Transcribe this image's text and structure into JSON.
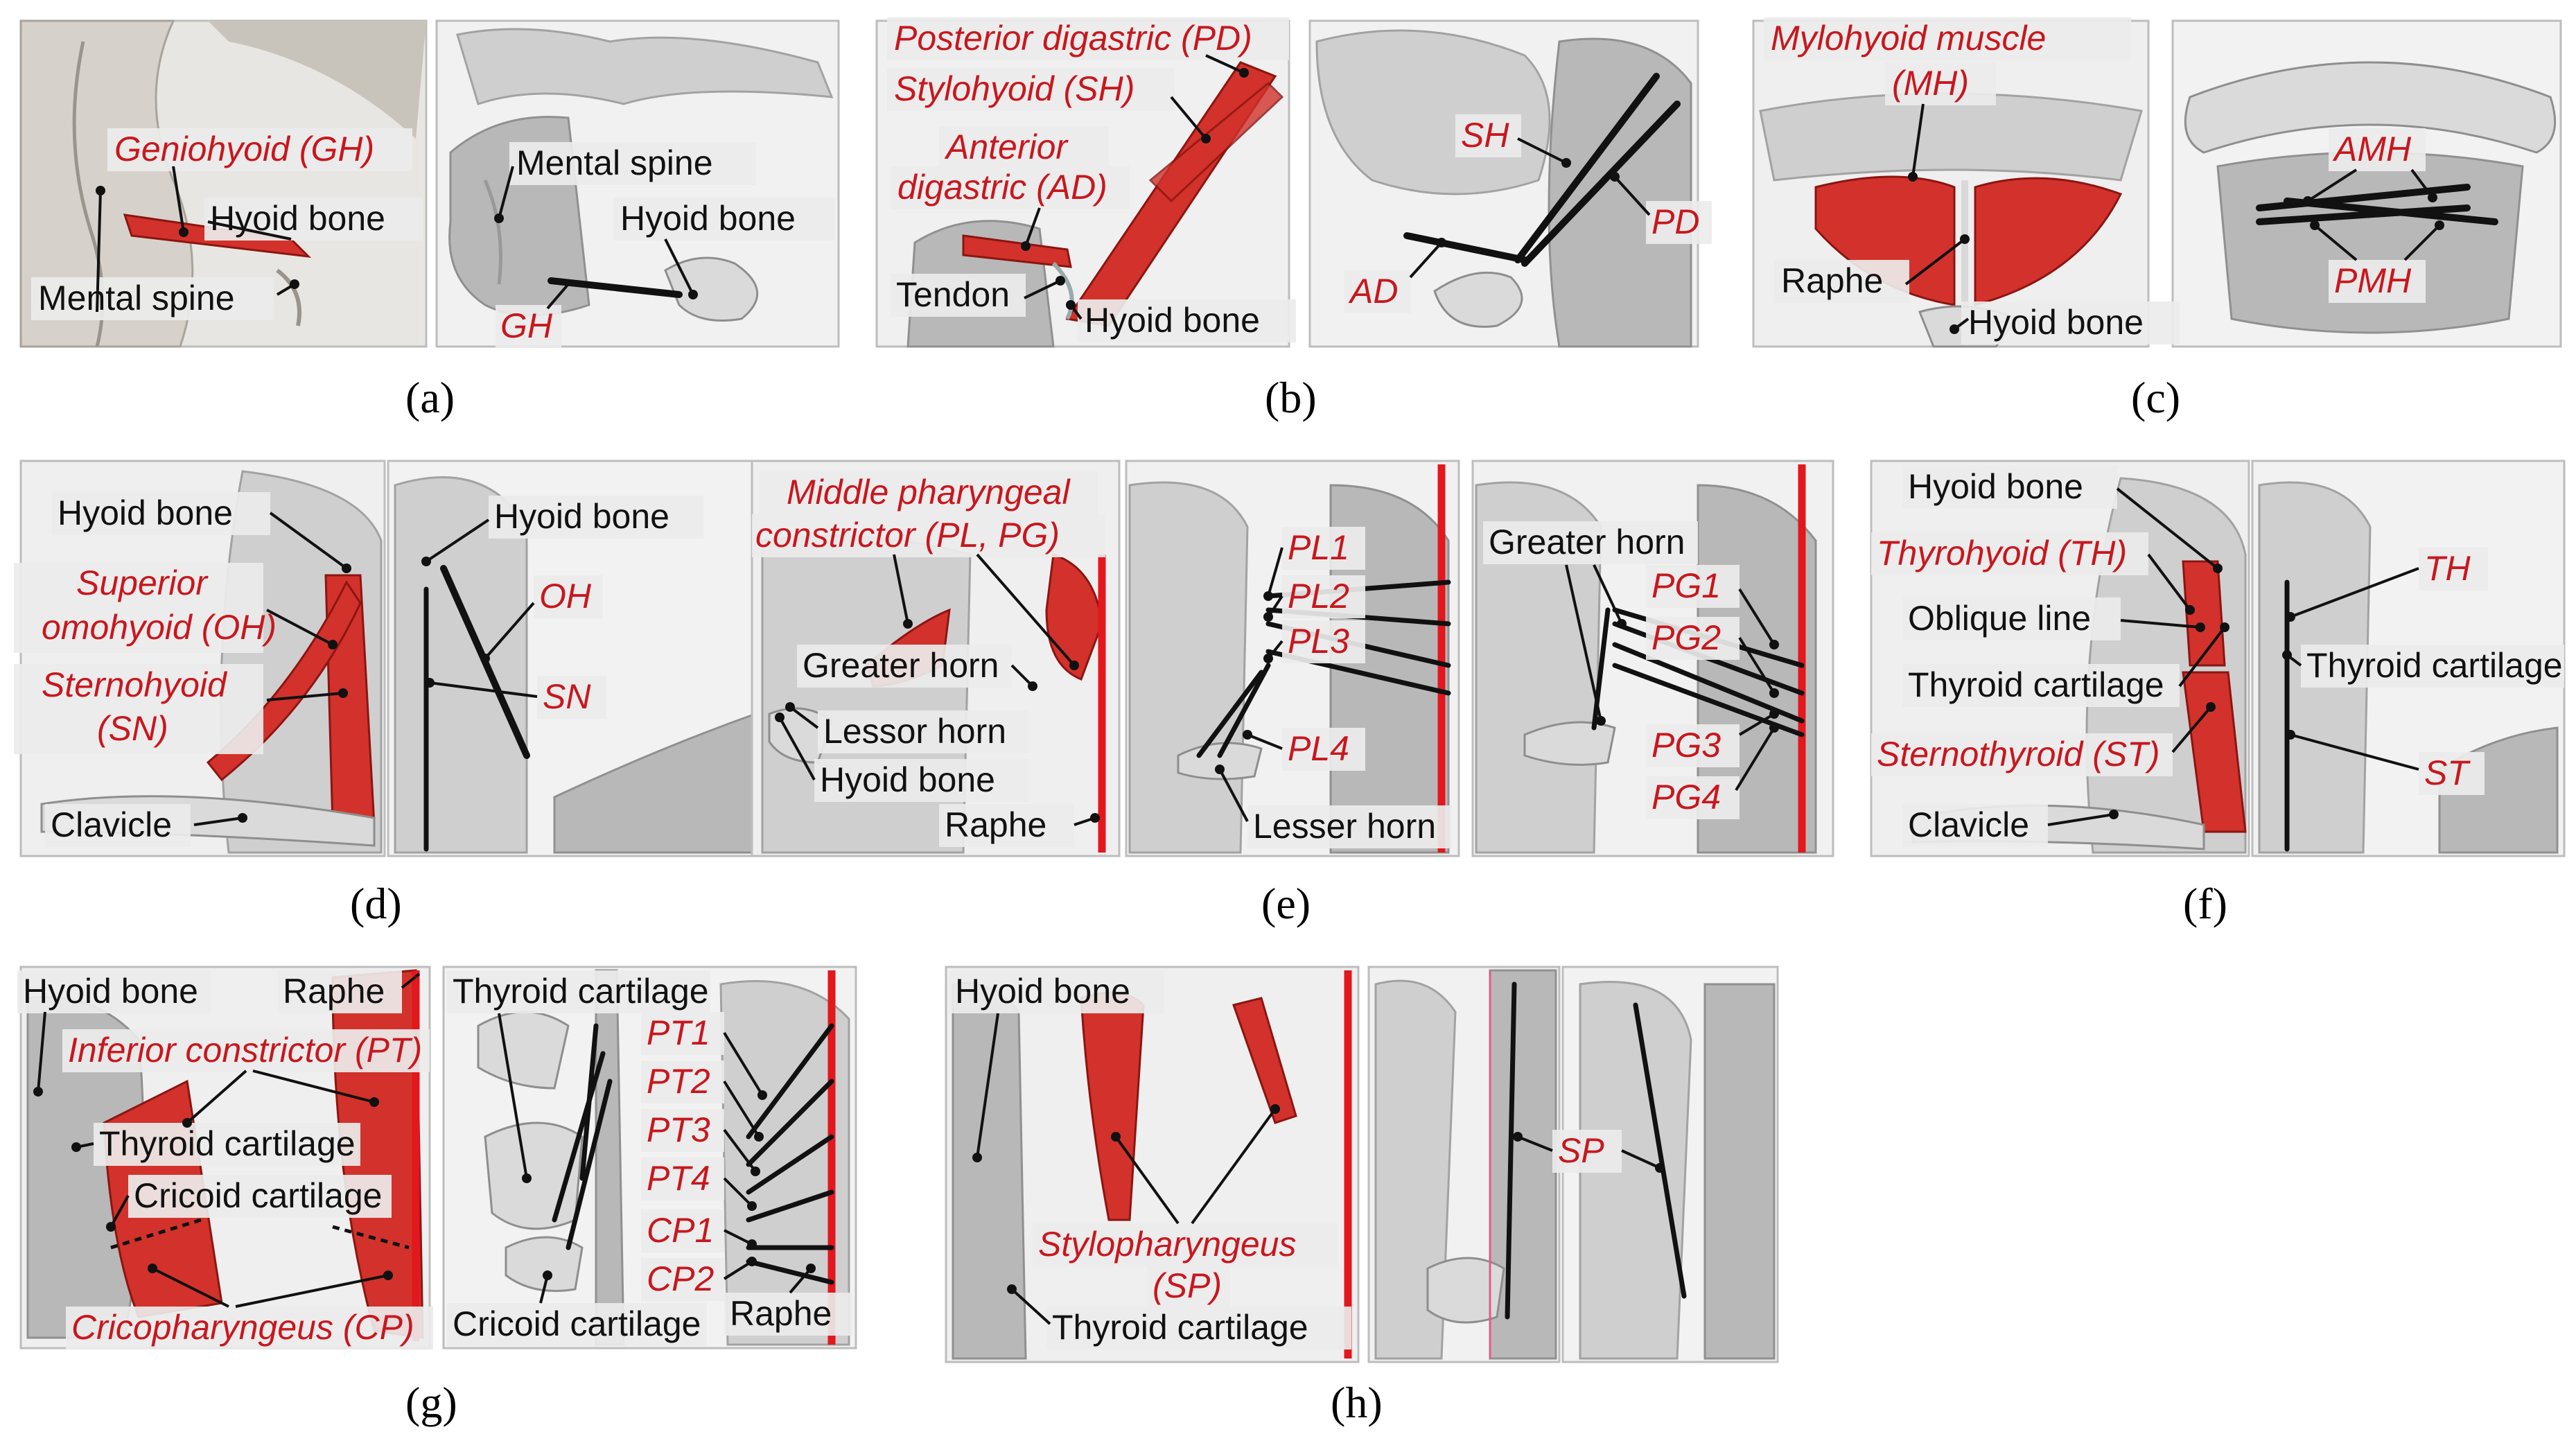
{
  "colors": {
    "muscle_label": "#c8171e",
    "plain_label": "#111111",
    "midline": "#e3171e",
    "muscle_fill": "#d2322b"
  },
  "panels": {
    "a": {
      "caption": "(a)",
      "labels": {
        "geniohyoid": "Geniohyoid (GH)",
        "hyoid_left": "Hyoid bone",
        "mental_spine_left": "Mental spine",
        "mental_spine_right": "Mental spine",
        "hyoid_right": "Hyoid bone",
        "gh": "GH"
      }
    },
    "b": {
      "caption": "(b)",
      "labels": {
        "posterior_digastric": "Posterior digastric (PD)",
        "stylohyoid": "Stylohyoid (SH)",
        "anterior_digastric_1": "Anterior",
        "anterior_digastric_2": "digastric (AD)",
        "tendon": "Tendon",
        "hyoid": "Hyoid bone",
        "sh": "SH",
        "pd": "PD",
        "ad": "AD"
      }
    },
    "c": {
      "caption": "(c)",
      "labels": {
        "mylohyoid_1": "Mylohyoid muscle",
        "mylohyoid_2": "(MH)",
        "raphe": "Raphe",
        "hyoid": "Hyoid bone",
        "amh": "AMH",
        "pmh": "PMH"
      }
    },
    "d": {
      "caption": "(d)",
      "labels": {
        "hyoid_left": "Hyoid bone",
        "superior_omohyoid_1": "Superior",
        "superior_omohyoid_2": "omohyoid (OH)",
        "sternohyoid_1": "Sternohyoid",
        "sternohyoid_2": "(SN)",
        "clavicle": "Clavicle",
        "hyoid_right": "Hyoid bone",
        "oh": "OH",
        "sn": "SN"
      }
    },
    "e": {
      "caption": "(e)",
      "labels": {
        "mpc_1": "Middle pharyngeal",
        "mpc_2": "constrictor (PL, PG)",
        "greater_horn_left": "Greater horn",
        "lessor_horn": "Lessor horn",
        "hyoid": "Hyoid bone",
        "raphe": "Raphe",
        "pl1": "PL1",
        "pl2": "PL2",
        "pl3": "PL3",
        "pl4": "PL4",
        "lesser_horn": "Lesser horn",
        "greater_horn_right": "Greater horn",
        "pg1": "PG1",
        "pg2": "PG2",
        "pg3": "PG3",
        "pg4": "PG4"
      }
    },
    "f": {
      "caption": "(f)",
      "labels": {
        "hyoid": "Hyoid bone",
        "thyrohyoid": "Thyrohyoid (TH)",
        "oblique_line": "Oblique line",
        "thyroid_cartilage_left": "Thyroid cartilage",
        "sternothyroid": "Sternothyroid (ST)",
        "clavicle": "Clavicle",
        "th": "TH",
        "thyroid_cartilage_right": "Thyroid cartilage",
        "st": "ST"
      }
    },
    "g": {
      "caption": "(g)",
      "labels": {
        "hyoid": "Hyoid bone",
        "raphe_top": "Raphe",
        "inferior_constrictor": "Inferior constrictor (PT)",
        "thyroid_cartilage_left": "Thyroid cartilage",
        "cricoid_cartilage_left": "Cricoid cartilage",
        "cricopharyngeus": "Cricopharyngeus (CP)",
        "thyroid_cartilage_right": "Thyroid cartilage",
        "pt1": "PT1",
        "pt2": "PT2",
        "pt3": "PT3",
        "pt4": "PT4",
        "cp1": "CP1",
        "cp2": "CP2",
        "cricoid_cartilage_right": "Cricoid cartilage",
        "raphe_bottom": "Raphe"
      }
    },
    "h": {
      "caption": "(h)",
      "labels": {
        "hyoid": "Hyoid bone",
        "stylopharyngeus_1": "Stylopharyngeus",
        "stylopharyngeus_2": "(SP)",
        "thyroid_cartilage": "Thyroid cartilage",
        "sp": "SP"
      }
    }
  }
}
